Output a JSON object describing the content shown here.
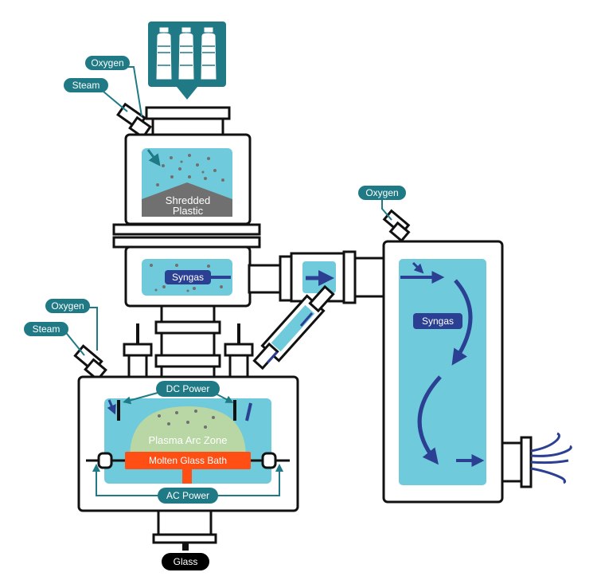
{
  "labels": {
    "oxygen_top": "Oxygen",
    "steam_top": "Steam",
    "oxygen_right": "Oxygen",
    "oxygen_bottom": "Oxygen",
    "steam_bottom": "Steam",
    "shredded_line1": "Shredded",
    "shredded_line2": "Plastic",
    "syngas_upper": "Syngas",
    "syngas_right": "Syngas",
    "dc_power": "DC Power",
    "plasma_zone": "Plasma  Arc  Zone",
    "molten_glass": "Molten Glass Bath",
    "ac_power": "AC Power",
    "glass": "Glass"
  },
  "colors": {
    "teal": "#1f7a86",
    "light_blue": "#6fcadb",
    "navy": "#2b3f93",
    "orange": "#ff4f14",
    "gray": "#707070",
    "outline": "#111111",
    "plasma": "#b9d7a4",
    "black": "#000000"
  },
  "icons": {
    "bottles": "plastic-bottles-icon"
  }
}
